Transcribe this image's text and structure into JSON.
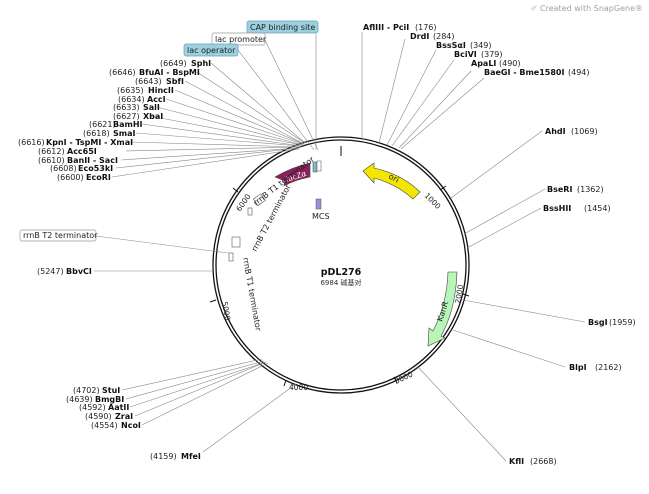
{
  "watermark": "Created with SnapGene®",
  "plasmid": {
    "name": "pDL276",
    "size_label": "6984 碱基对",
    "length": 6984
  },
  "ticks": [
    "1000",
    "2000",
    "3000",
    "4000",
    "5000",
    "6000"
  ],
  "features": [
    {
      "label": "ori",
      "color": "#f5e600"
    },
    {
      "label": "KanR",
      "color": "#b8f5b8"
    },
    {
      "label": "lacZα",
      "color": "#8a1f5a"
    },
    {
      "label": "MCS",
      "color": "#9a90d8"
    },
    {
      "label": "rrnB T1 terminator"
    },
    {
      "label": "rrnB T2 terminator"
    },
    {
      "label": "rrnB T1 terminator"
    }
  ],
  "boxed_labels": {
    "cap": "CAP binding site",
    "lac_promoter": "lac promoter",
    "lac_operator": "lac operator",
    "rrnb_t2": "rrnB T2 terminator"
  },
  "right_sites": [
    {
      "name": "AflIII - PciI",
      "pos": "(176)"
    },
    {
      "name": "DrdI",
      "pos": "(284)"
    },
    {
      "name": "BssSαI",
      "pos": "(349)"
    },
    {
      "name": "BciVI",
      "pos": "(379)"
    },
    {
      "name": "ApaLI",
      "pos": "(490)"
    },
    {
      "name": "BaeGI - Bme1580I",
      "pos": "(494)"
    },
    {
      "name": "AhdI",
      "pos": "(1069)"
    },
    {
      "name": "BseRI",
      "pos": "(1362)"
    },
    {
      "name": "BssHII",
      "pos": "(1454)"
    },
    {
      "name": "BsgI",
      "pos": "(1959)"
    },
    {
      "name": "BlpI",
      "pos": "(2162)"
    },
    {
      "name": "KflI",
      "pos": "(2668)"
    }
  ],
  "left_sites": [
    {
      "name": "SphI",
      "pos": "(6649)"
    },
    {
      "name": "BfuAI - BspMI",
      "pos": "(6646)"
    },
    {
      "name": "SbfI",
      "pos": "(6643)"
    },
    {
      "name": "HincII",
      "pos": "(6635)"
    },
    {
      "name": "AccI",
      "pos": "(6634)"
    },
    {
      "name": "SalI",
      "pos": "(6633)"
    },
    {
      "name": "XbaI",
      "pos": "(6627)"
    },
    {
      "name": "BamHI",
      "pos": "(6621)"
    },
    {
      "name": "SmaI",
      "pos": "(6618)"
    },
    {
      "name": "KpnI - TspMI - XmaI",
      "pos": "(6616)"
    },
    {
      "name": "Acc65I",
      "pos": "(6612)"
    },
    {
      "name": "BanII - SacI",
      "pos": "(6610)"
    },
    {
      "name": "Eco53kI",
      "pos": "(6608)"
    },
    {
      "name": "EcoRI",
      "pos": "(6600)"
    },
    {
      "name": "BbvCI",
      "pos": "(5247)"
    },
    {
      "name": "StuI",
      "pos": "(4702)"
    },
    {
      "name": "BmgBI",
      "pos": "(4639)"
    },
    {
      "name": "AatII",
      "pos": "(4592)"
    },
    {
      "name": "ZraI",
      "pos": "(4590)"
    },
    {
      "name": "NcoI",
      "pos": "(4554)"
    },
    {
      "name": "MfeI",
      "pos": "(4159)"
    }
  ]
}
